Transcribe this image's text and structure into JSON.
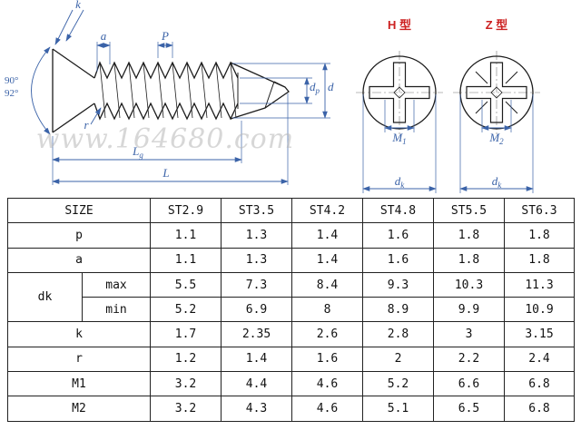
{
  "drawing": {
    "watermark": "www.164680.com",
    "side_view": {
      "dim_k": "k",
      "dim_a": "a",
      "dim_P": "P",
      "dim_r": "r",
      "angle_top": "90°",
      "angle_bottom": "92°",
      "dim_Lg_main": "L",
      "dim_Lg_sub": "g",
      "dim_L": "L",
      "dim_dp_main": "d",
      "dim_dp_sub": "p",
      "dim_d": "d"
    },
    "h_view": {
      "title": "H 型",
      "dim_M_main": "M",
      "dim_M_sub": "1",
      "dim_dk_main": "d",
      "dim_dk_sub": "k"
    },
    "z_view": {
      "title": "Z 型",
      "dim_M_main": "M",
      "dim_M_sub": "2",
      "dim_dk_main": "d",
      "dim_dk_sub": "k"
    }
  },
  "table": {
    "size_header": "SIZE",
    "columns": [
      "ST2.9",
      "ST3.5",
      "ST4.2",
      "ST4.8",
      "ST5.5",
      "ST6.3"
    ],
    "rows": [
      {
        "label": "p",
        "values": [
          "1.1",
          "1.3",
          "1.4",
          "1.6",
          "1.8",
          "1.8"
        ]
      },
      {
        "label": "a",
        "values": [
          "1.1",
          "1.3",
          "1.4",
          "1.6",
          "1.8",
          "1.8"
        ]
      },
      {
        "label": "dk",
        "sub": "max",
        "values": [
          "5.5",
          "7.3",
          "8.4",
          "9.3",
          "10.3",
          "11.3"
        ]
      },
      {
        "label": "dk",
        "sub": "min",
        "values": [
          "5.2",
          "6.9",
          "8",
          "8.9",
          "9.9",
          "10.9"
        ]
      },
      {
        "label": "k",
        "values": [
          "1.7",
          "2.35",
          "2.6",
          "2.8",
          "3",
          "3.15"
        ]
      },
      {
        "label": "r",
        "values": [
          "1.2",
          "1.4",
          "1.6",
          "2",
          "2.2",
          "2.4"
        ]
      },
      {
        "label": "M1",
        "values": [
          "3.2",
          "4.4",
          "4.6",
          "5.2",
          "6.6",
          "6.8"
        ]
      },
      {
        "label": "M2",
        "values": [
          "3.2",
          "4.3",
          "4.6",
          "5.1",
          "6.5",
          "6.8"
        ]
      }
    ]
  },
  "colors": {
    "dimension_blue": "#3b63a8",
    "type_label_red": "#cc2020",
    "outline_black": "#1c1c1c",
    "watermark_gray": "#b8b8b8"
  }
}
